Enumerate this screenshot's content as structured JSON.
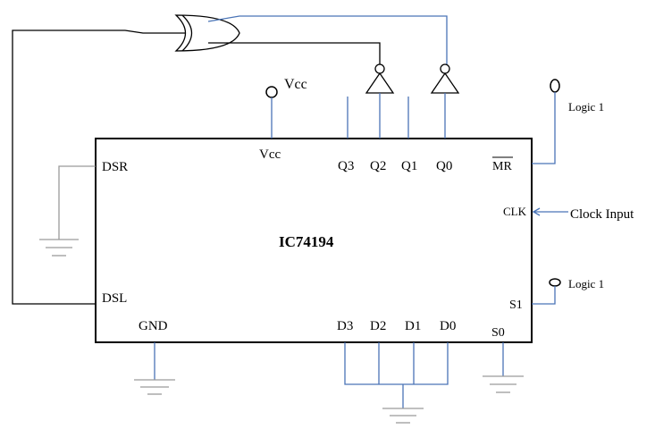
{
  "chip": {
    "name": "IC74194",
    "pins": {
      "vcc": "Vcc",
      "q3": "Q3",
      "q2": "Q2",
      "q1": "Q1",
      "q0": "Q0",
      "mr": "MR",
      "dsr": "DSR",
      "clk": "CLK",
      "dsl": "DSL",
      "s1": "S1",
      "gnd": "GND",
      "d3": "D3",
      "d2": "D2",
      "d1": "D1",
      "d0": "D0",
      "s0": "S0"
    }
  },
  "labels": {
    "vcc_supply": "Vcc",
    "logic1_mr": "Logic 1",
    "clock_input": "Clock Input",
    "logic1_s1": "Logic 1"
  },
  "colors": {
    "wire_blue": "#4a74b6",
    "wire_black": "#000000",
    "ground_gray": "#9a9a9a"
  }
}
